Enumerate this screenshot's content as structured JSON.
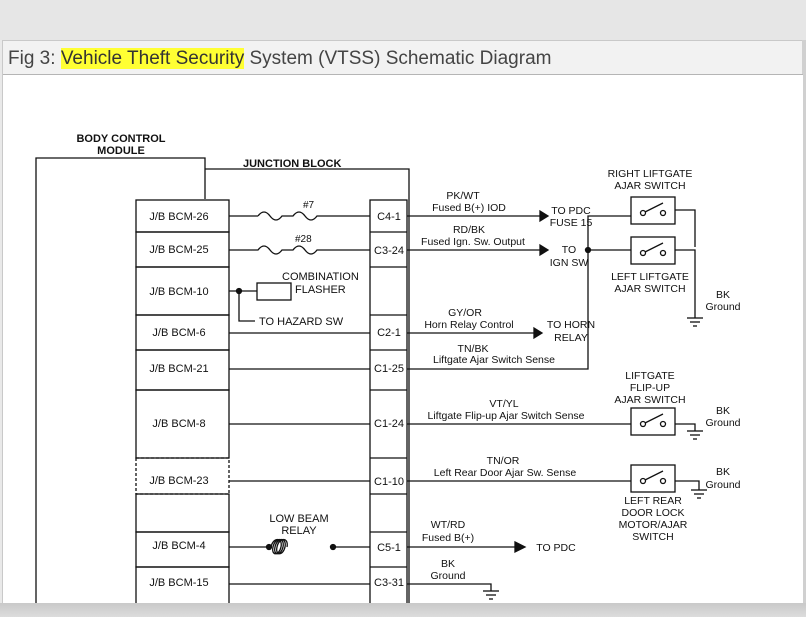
{
  "caption": {
    "prefix": "Fig 3: ",
    "highlight": "Vehicle Theft Security",
    "suffix": " System (VTSS) Schematic Diagram"
  },
  "diagram": {
    "bcm_title_1": "BODY CONTROL",
    "bcm_title_2": "MODULE",
    "junction_block": "JUNCTION BLOCK",
    "bcm_pins": [
      "J/B BCM-26",
      "J/B BCM-25",
      "J/B BCM-10",
      "J/B BCM-6",
      "J/B BCM-21",
      "J/B BCM-8",
      "J/B BCM-23",
      "J/B BCM-4",
      "J/B BCM-15"
    ],
    "jb_pins": [
      "C4-1",
      "C3-24",
      "C2-1",
      "C1-25",
      "C1-24",
      "C1-10",
      "C5-1",
      "C3-31"
    ],
    "fuse7": "#7",
    "fuse28": "#28",
    "flasher_1": "COMBINATION",
    "flasher_2": "FLASHER",
    "to_hazard": "TO HAZARD SW",
    "relay_1": "LOW BEAM",
    "relay_2": "RELAY",
    "wires": {
      "w1_color": "PK/WT",
      "w1_desc": "Fused B(+) IOD",
      "w1_dest_1": "TO PDC",
      "w1_dest_2": "FUSE 15",
      "w2_color": "RD/BK",
      "w2_desc": "Fused Ign. Sw. Output",
      "w2_dest_1": "TO",
      "w2_dest_2": "IGN SW",
      "w3_color": "GY/OR",
      "w3_desc": "Horn Relay Control",
      "w3_dest_1": "TO HORN",
      "w3_dest_2": "RELAY",
      "w4_color": "TN/BK",
      "w4_desc": "Liftgate Ajar Switch Sense",
      "w5_color": "VT/YL",
      "w5_desc": "Liftgate Flip-up Ajar Switch Sense",
      "w6_color": "TN/OR",
      "w6_desc": "Left Rear Door Ajar Sw. Sense",
      "w7_color": "WT/RD",
      "w7_desc": "Fused B(+)",
      "w7_dest": "TO PDC",
      "w8_color": "BK",
      "w8_desc": "Ground"
    },
    "switches": {
      "right_lg_1": "RIGHT LIFTGATE",
      "right_lg_2": "AJAR SWITCH",
      "left_lg_1": "LEFT LIFTGATE",
      "left_lg_2": "AJAR SWITCH",
      "flip_1": "LIFTGATE",
      "flip_2": "FLIP-UP",
      "flip_3": "AJAR SWITCH",
      "door_1": "LEFT REAR",
      "door_2": "DOOR LOCK",
      "door_3": "MOTOR/AJAR",
      "door_4": "SWITCH"
    },
    "grounds": {
      "bk": "BK",
      "ground": "Ground"
    }
  }
}
